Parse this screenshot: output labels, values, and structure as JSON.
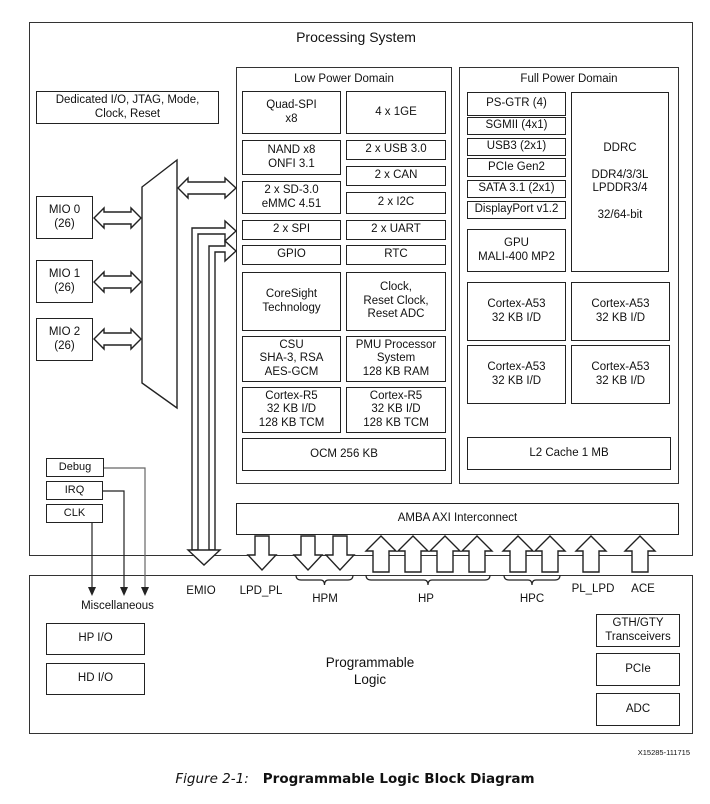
{
  "processing_system": {
    "title": "Processing System",
    "dedicated_io": "Dedicated I/O, JTAG, Mode,\nClock, Reset",
    "mio": [
      "MIO 0\n(26)",
      "MIO 1\n(26)",
      "MIO 2\n(26)"
    ],
    "misc_signals": [
      "Debug",
      "IRQ",
      "CLK"
    ],
    "low_power_domain": {
      "title": "Low Power Domain",
      "blocks": {
        "quad_spi": "Quad-SPI\nx8",
        "ge": "4 x 1GE",
        "nand": "NAND x8\nONFI 3.1",
        "usb": "2 x USB 3.0",
        "can": "2 x CAN",
        "sd": "2 x SD-3.0\neMMC 4.51",
        "i2c": "2 x I2C",
        "spi": "2 x SPI",
        "uart": "2 x UART",
        "gpio": "GPIO",
        "rtc": "RTC",
        "coresight": "CoreSight\nTechnology",
        "clock_reset": "Clock,\nReset Clock,\nReset ADC",
        "csu": "CSU\nSHA-3, RSA\nAES-GCM",
        "pmu": "PMU Processor\nSystem\n128 KB RAM",
        "r5_0": "Cortex-R5\n32 KB I/D\n128 KB TCM",
        "r5_1": "Cortex-R5\n32 KB I/D\n128 KB TCM",
        "ocm": "OCM 256 KB"
      }
    },
    "full_power_domain": {
      "title": "Full Power Domain",
      "serdes": [
        "PS-GTR (4)",
        "SGMII (4x1)",
        "USB3 (2x1)",
        "PCIe Gen2",
        "SATA 3.1 (2x1)",
        "DisplayPort v1.2"
      ],
      "ddrc": "DDRC\n\nDDR4/3/3L\nLPDDR3/4\n\n32/64-bit",
      "gpu": "GPU\nMALI-400 MP2",
      "a53": [
        "Cortex-A53\n32 KB I/D",
        "Cortex-A53\n32 KB I/D",
        "Cortex-A53\n32 KB I/D",
        "Cortex-A53\n32 KB I/D"
      ],
      "l2": "L2 Cache 1 MB"
    },
    "interconnect": "AMBA AXI Interconnect"
  },
  "interfaces": {
    "emio": "EMIO",
    "lpd_pl": "LPD_PL",
    "hpm": "HPM",
    "hp": "HP",
    "hpc": "HPC",
    "pl_lpd": "PL_LPD",
    "ace": "ACE",
    "misc": "Miscellaneous"
  },
  "programmable_logic": {
    "title": "Programmable\nLogic",
    "io": [
      "HP I/O",
      "HD I/O"
    ],
    "right_blocks": [
      "GTH/GTY\nTransceivers",
      "PCIe",
      "ADC"
    ]
  },
  "doc_id": "X15285-111715",
  "caption": {
    "figure": "Figure 2-1:",
    "title": "Programmable Logic Block Diagram"
  }
}
